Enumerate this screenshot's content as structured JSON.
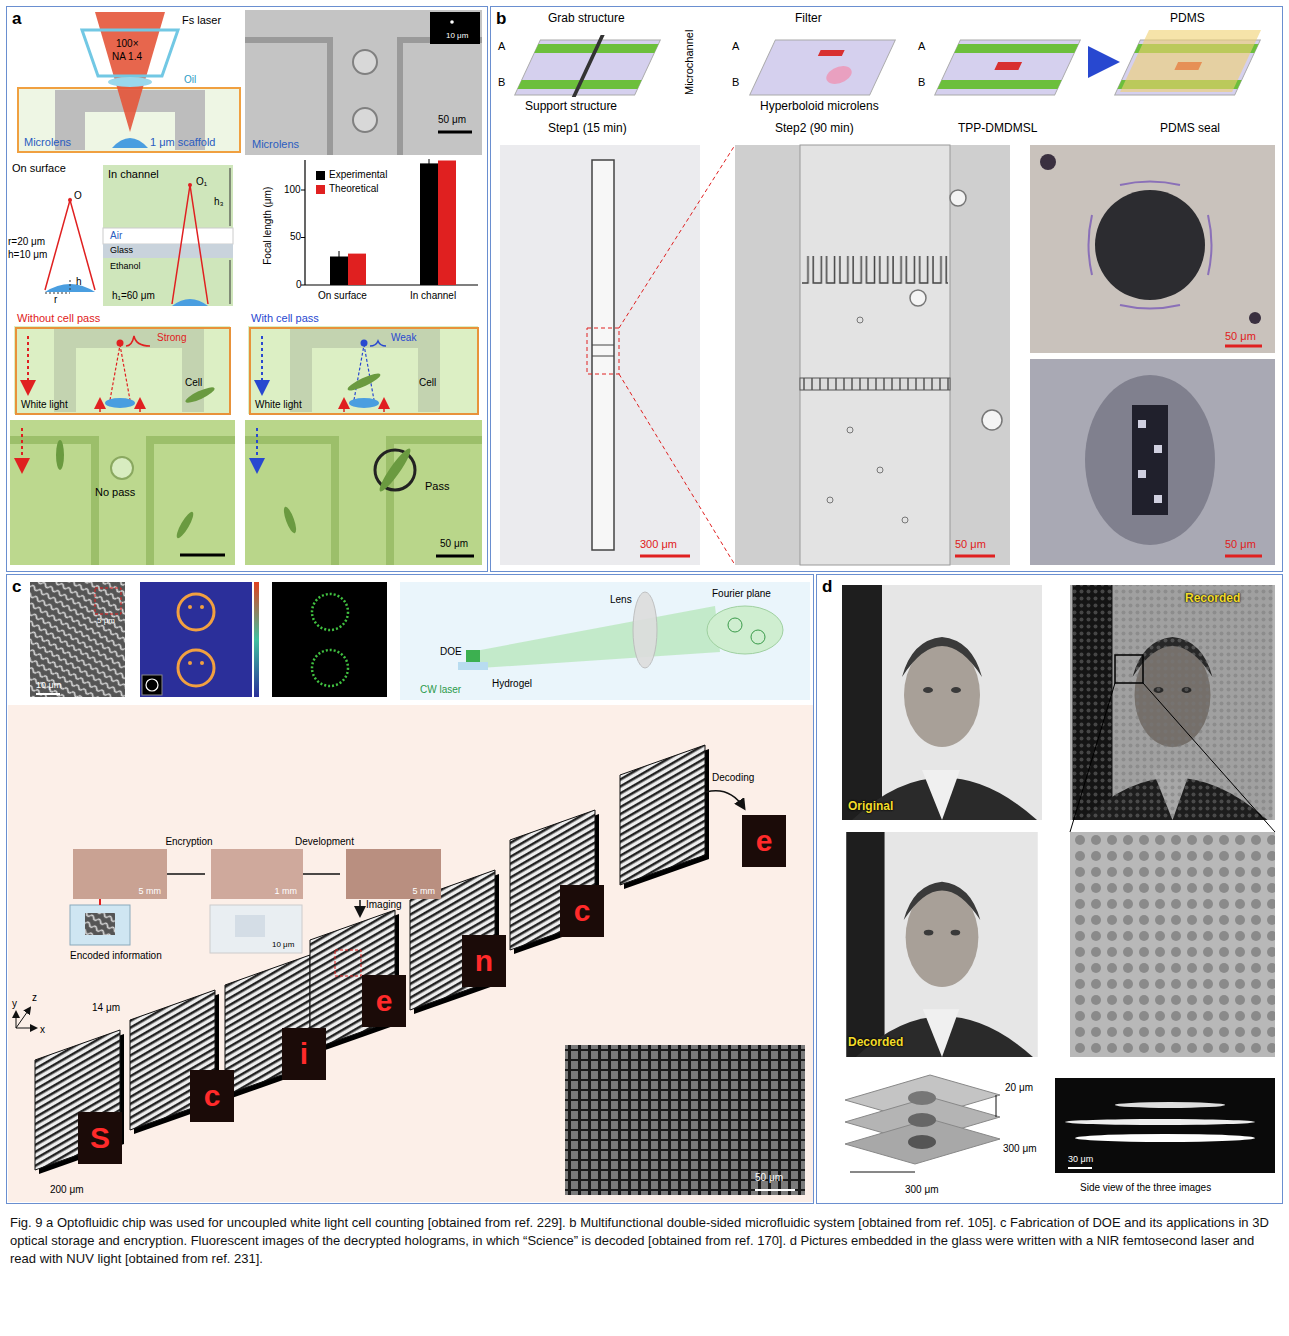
{
  "diagram": {
    "caption": "Fig. 9 a Optofluidic chip was used for uncoupled white light cell counting [obtained from ref. 229]. b Multifunctional double-sided microfluidic system [obtained from ref. 105]. c Fabrication of DOE and its applications in 3D optical storage and encryption. Fluorescent images of the decrypted holograms, in which “Science” is decoded [obtained from ref. 170]. d Pictures embedded in the glass were written with a NIR femtosecond laser and read with NUV light [obtained from ref. 231].",
    "nodes": [
      {
        "text": [
          "a"
        ]
      },
      {
        "text": [
          "b"
        ]
      },
      {
        "text": [
          "c"
        ]
      },
      {
        "text": [
          "d"
        ]
      },
      {
        "text": [
          "Without cell pass",
          "Strong",
          "White light",
          "Cell"
        ],
        "in": 0
      },
      {
        "text": [
          "With cell pass",
          "Weak",
          "White light",
          "Cell"
        ],
        "in": 0
      },
      {
        "text": [
          "5 mm"
        ],
        "in": 2
      },
      {
        "text": [
          "1 mm"
        ],
        "in": 2
      },
      {
        "text": [
          "5 mm"
        ],
        "in": 2
      }
    ],
    "edges": [
      {
        "from": 6,
        "to": 7,
        "label": "Encryption",
        "arrow": "to"
      },
      {
        "from": 7,
        "to": 8,
        "label": "Development",
        "arrow": "to"
      }
    ],
    "labels": [
      "Fs laser",
      "100×",
      "NA 1.4",
      "Oil",
      "Microlens",
      "1 μm scaffold",
      "10 μm",
      "50 μm",
      "Microlens",
      "On surface",
      "In channel",
      "r=20 μm",
      "h=10 μm",
      "O",
      "r",
      "h",
      "O₁",
      "h₃",
      "Air",
      "Glass",
      "Ethanol",
      "h₁=60 μm",
      "Focal length (μm)",
      "100",
      "50",
      "0",
      "On surface",
      "In channel",
      "No pass",
      "Pass",
      "50 μm",
      "Grab structure",
      "A",
      "B",
      "Support structure",
      "Microchannel",
      "Filter",
      "A",
      "B",
      "Hyperboloid microlens",
      "Step1 (15 min)",
      "Step2 (90 min)",
      "A",
      "B",
      "TPP-DMDMSL",
      "PDMS",
      "PDMS seal",
      "300 μm",
      "50 μm",
      "50 μm",
      "50 μm",
      "10 μm",
      "5 μm",
      "Fourier plane",
      "Lens",
      "DOE",
      "Hydrogel",
      "CW laser",
      "Imaging",
      "Decoding",
      "Encoded information",
      "10 μm",
      "14 μm",
      "200 μm",
      "y",
      "z",
      "x",
      "50 μm",
      "S",
      "c",
      "i",
      "e",
      "n",
      "c",
      "e",
      "Original",
      "Recorded",
      "Decorded",
      "20 μm",
      "300 μm",
      "300 μm",
      "30 μm",
      "Side view of the three images"
    ],
    "legend": [
      {
        "text": "Experimental",
        "color": "#000000"
      },
      {
        "text": "Theoretical",
        "color": "#e02020"
      }
    ]
  }
}
